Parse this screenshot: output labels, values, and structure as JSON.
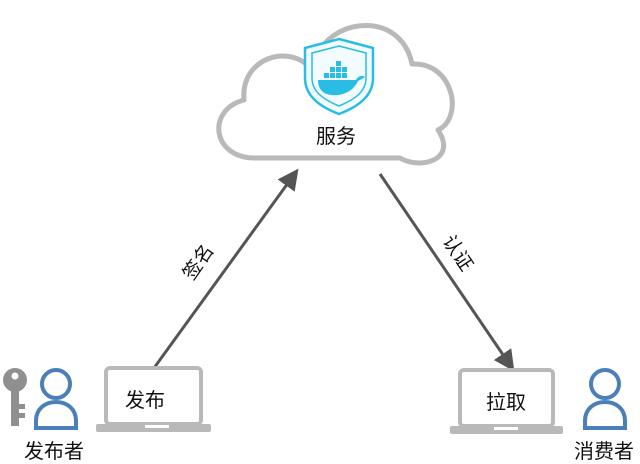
{
  "cloud": {
    "label": "服务",
    "icon": "docker-shield-icon"
  },
  "edges": {
    "sign": "签名",
    "verify": "认证"
  },
  "publisher": {
    "laptop_label": "发布",
    "person_label": "发布者",
    "key_icon": "key-icon",
    "user_icon": "user-icon"
  },
  "consumer": {
    "laptop_label": "拉取",
    "person_label": "消费者",
    "user_icon": "user-icon"
  },
  "colors": {
    "stroke_gray": "#b9b9b9",
    "arrow_gray": "#555555",
    "user_blue": "#4b7fb9",
    "docker_cyan": "#29bde6",
    "key_gray": "#8f8f8f"
  }
}
